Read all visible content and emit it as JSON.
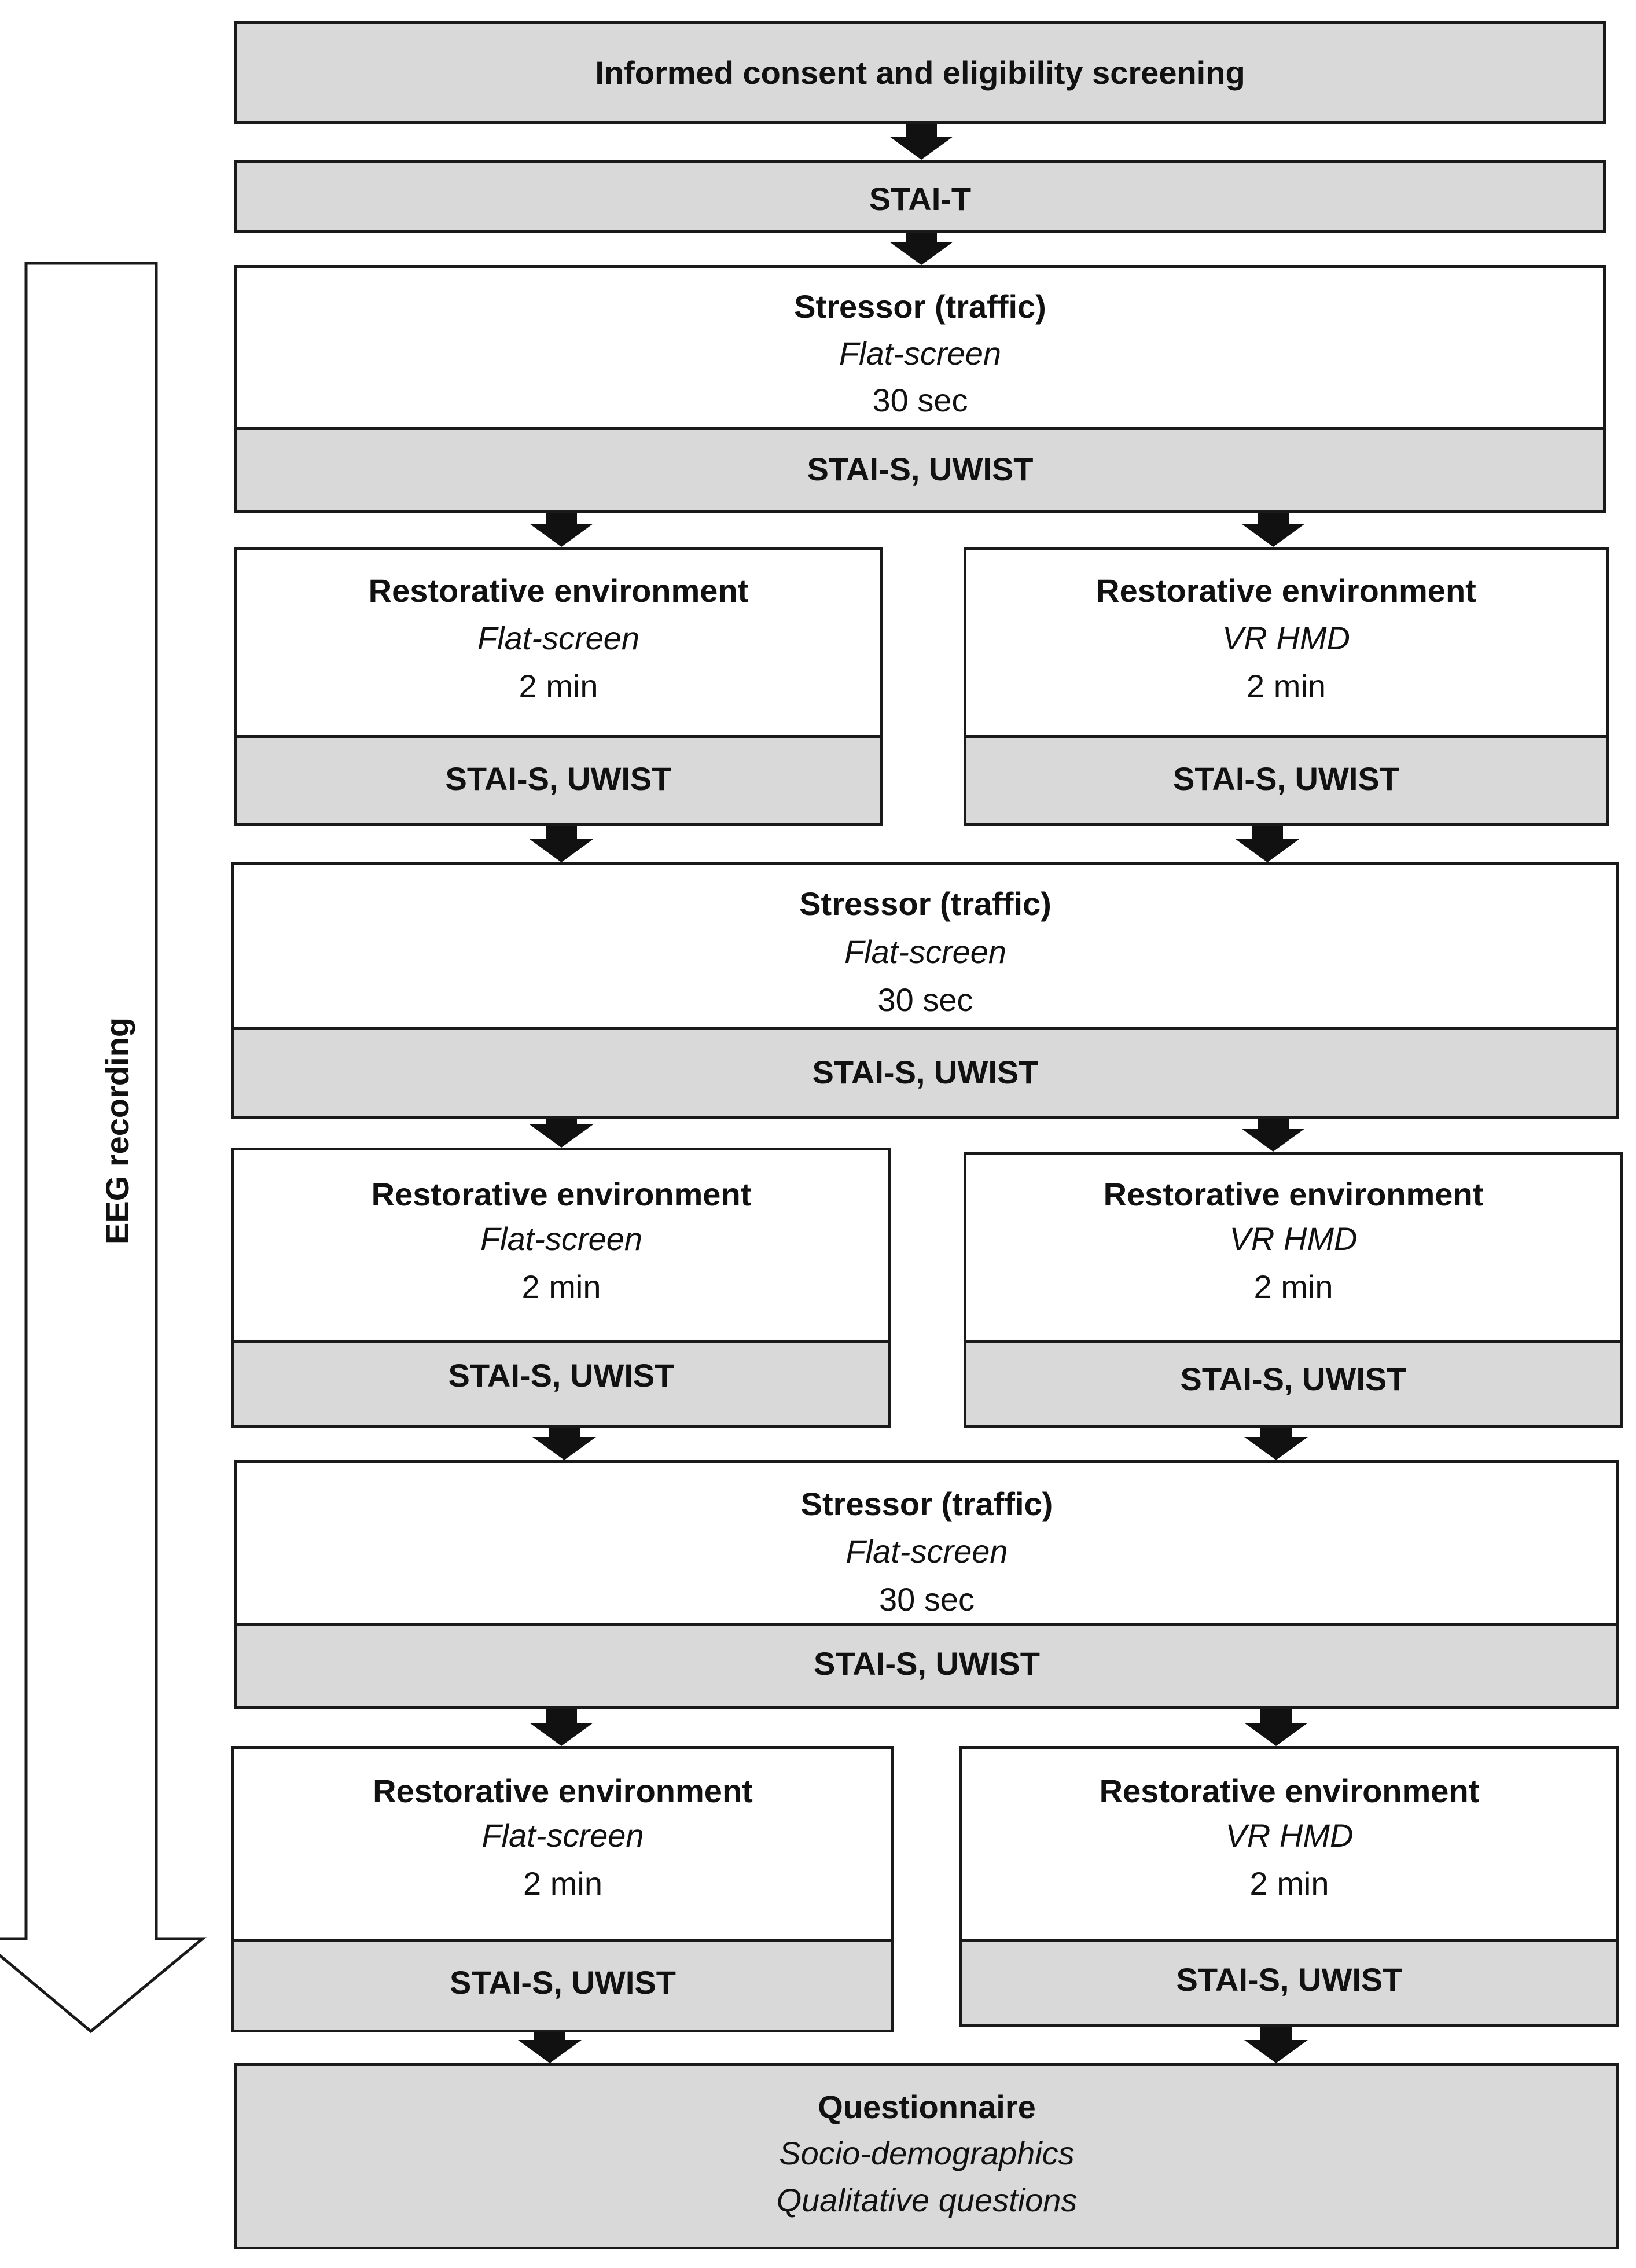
{
  "steps": {
    "consent": "Informed consent and eligibility screening",
    "stai_t": "STAI-T",
    "stressor_title": "Stressor (traffic)",
    "flat_screen": "Flat-screen",
    "vr_hmd": "VR HMD",
    "sec30": "30 sec",
    "min2": "2 min",
    "restorative_title": "Restorative environment",
    "stai_s_uwist": "STAI-S, UWIST",
    "questionnaire_title": "Questionnaire",
    "socio": "Socio-demographics",
    "qualitative": "Qualitative questions"
  },
  "side_label": "EEG recording",
  "colors": {
    "gray_fill": "#d9d9d9",
    "border": "#1a1a1a",
    "arrow": "#111111"
  }
}
